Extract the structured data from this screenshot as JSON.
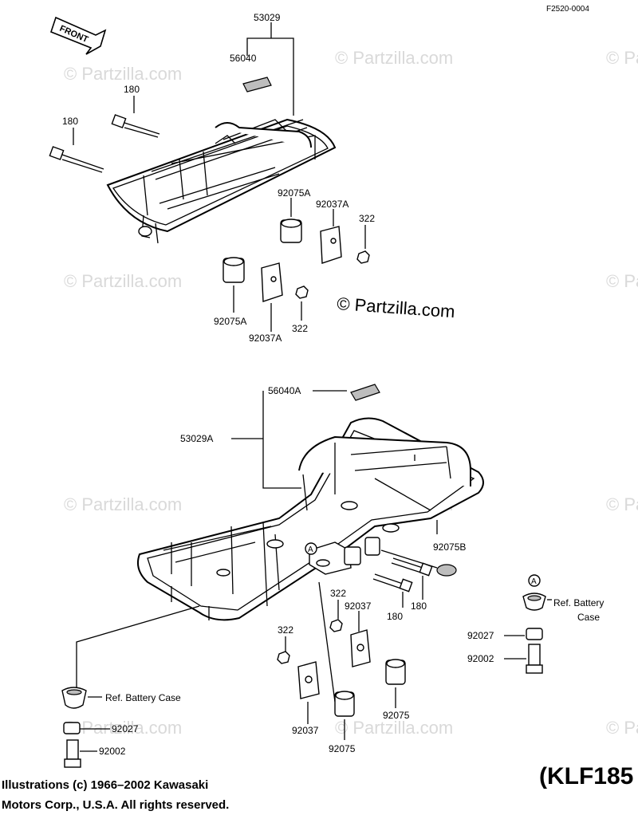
{
  "figure_code": "F2520-0004",
  "front_label": "FRONT",
  "watermark": "© Partzilla.com",
  "labels": {
    "rack_front": "53029",
    "sticker_front": "56040",
    "bolt_a": "180",
    "bolt_b": "180",
    "cushion_a1": "92075A",
    "bracket_a1": "92037A",
    "nut_a1": "322",
    "cushion_a2": "92075A",
    "bracket_a2": "92037A",
    "nut_a2": "322",
    "sticker_rear": "56040A",
    "rack_rear": "53029A",
    "cushion_b": "92075B",
    "nut_b1": "322",
    "bracket_b1": "92037",
    "bolt_c": "180",
    "bolt_d": "180",
    "nut_b2": "322",
    "bracket_b2": "92037",
    "cushion_c1": "92075",
    "cushion_c2": "92075",
    "ref_battery_right_1": "Ref. Battery",
    "ref_battery_right_2": "Case",
    "collar_right": "92027",
    "bolt_right": "92002",
    "ref_battery_left": "Ref. Battery Case",
    "collar_left": "92027",
    "bolt_left": "92002",
    "marker_a": "A",
    "marker_a2": "A"
  },
  "footer": {
    "line1": "Illustrations (c) 1966–2002 Kawasaki",
    "line2": "Motors Corp., U.S.A.  All rights reserved.",
    "model": "(KLF185"
  }
}
